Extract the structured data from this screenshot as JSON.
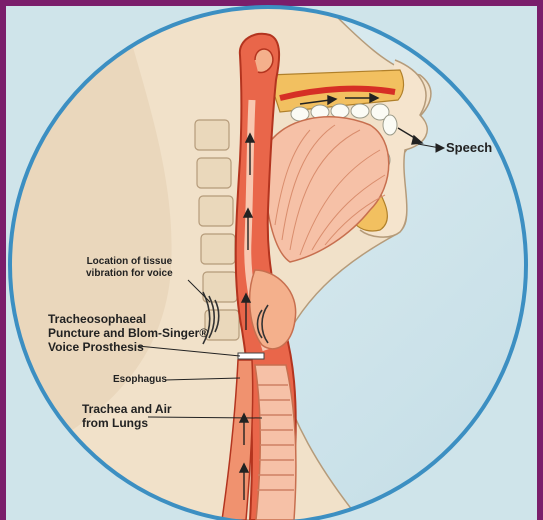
{
  "labels": {
    "speech": "Speech",
    "tissue_vibration_line1": "Location of tissue",
    "tissue_vibration_line2": "vibration for voice",
    "prosthesis_line1": "Tracheosophaeal",
    "prosthesis_line2": "Puncture and Blom-Singer®",
    "prosthesis_line3": "Voice Prosthesis",
    "esophagus": "Esophagus",
    "trachea_line1": "Trachea and Air",
    "trachea_line2": "from Lungs"
  },
  "colors": {
    "frame": "#7a1e6b",
    "background": "#d3e8ee",
    "skin": "#f1e1c9",
    "tissue": "#f4b08c",
    "airway": "#e9664a",
    "airway_dark": "#b3341f",
    "ring": "#3c8fc2"
  }
}
